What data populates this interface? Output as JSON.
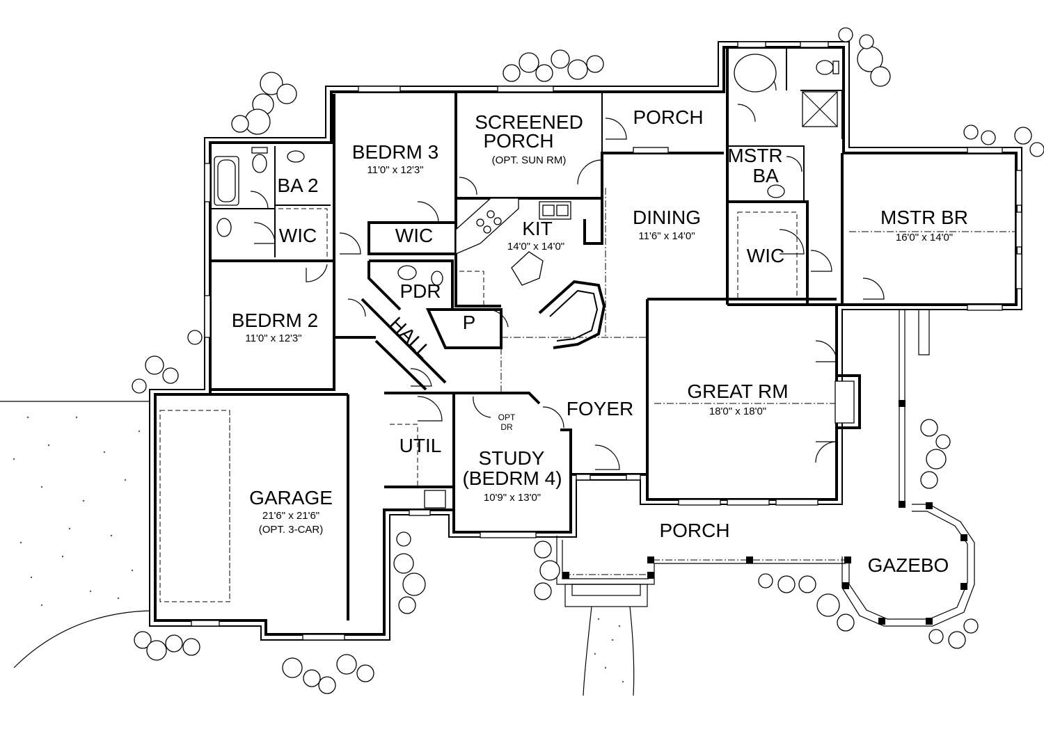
{
  "rooms": {
    "screened_porch": {
      "line1": "SCREENED",
      "line2": "PORCH",
      "note": "(OPT. SUN RM)"
    },
    "porch_top": {
      "label": "PORCH"
    },
    "bedrm3": {
      "label": "BEDRM 3",
      "dim": "11'0\" x 12'3\""
    },
    "ba2": {
      "label": "BA 2"
    },
    "wic_left": {
      "label": "WIC"
    },
    "wic_kit": {
      "label": "WIC"
    },
    "kit": {
      "label": "KIT",
      "dim": "14'0\" x 14'0\""
    },
    "dining": {
      "label": "DINING",
      "dim": "11'6\" x 14'0\""
    },
    "mstr_ba": {
      "line1": "MSTR",
      "line2": "BA"
    },
    "mstr_br": {
      "label": "MSTR BR",
      "dim": "16'0\" x 14'0\""
    },
    "wic_mstr": {
      "label": "WIC"
    },
    "pdr": {
      "label": "PDR"
    },
    "pantry": {
      "label": "P"
    },
    "hall": {
      "label": "HALL"
    },
    "bedrm2": {
      "label": "BEDRM 2",
      "dim": "11'0\" x 12'3\""
    },
    "foyer": {
      "label": "FOYER"
    },
    "great_rm": {
      "label": "GREAT RM",
      "dim": "18'0\" x 18'0\""
    },
    "util": {
      "label": "UTIL"
    },
    "study": {
      "line1": "STUDY",
      "line2": "(BEDRM 4)",
      "dim": "10'9\" x 13'0\""
    },
    "opt_dr": {
      "line1": "OPT",
      "line2": "DR"
    },
    "garage": {
      "label": "GARAGE",
      "dim": "21'6\" x 21'6\"",
      "note": "(OPT. 3-CAR)"
    },
    "porch_front": {
      "label": "PORCH"
    },
    "gazebo": {
      "label": "GAZEBO"
    }
  }
}
